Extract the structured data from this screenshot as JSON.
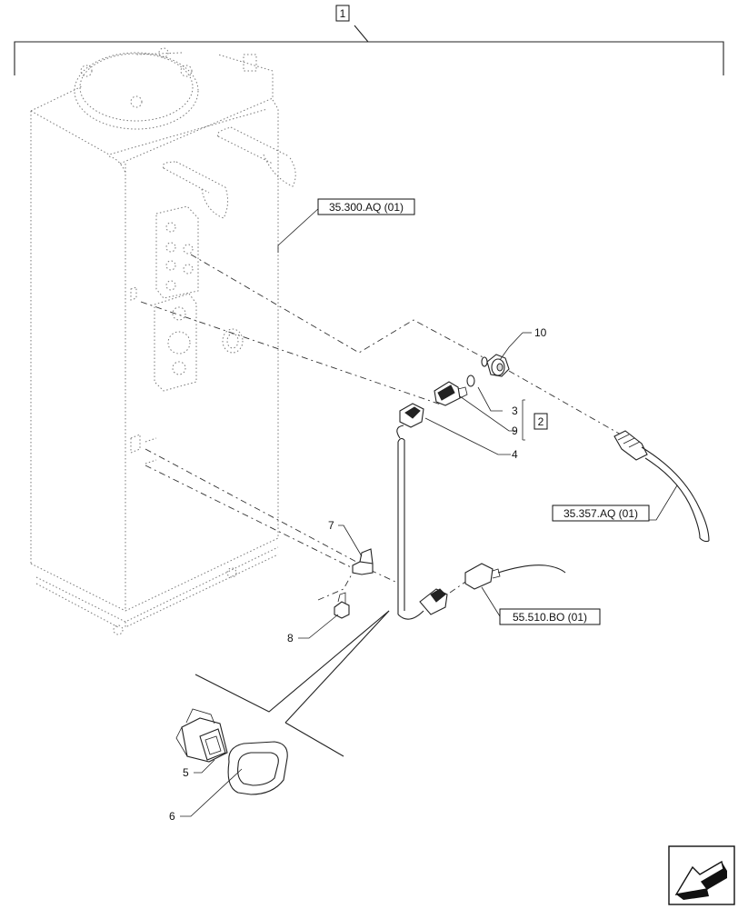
{
  "callouts": {
    "item_1": "1",
    "item_2": "2",
    "item_3": "3",
    "item_4": "4",
    "item_5": "5",
    "item_6": "6",
    "item_7": "7",
    "item_8": "8",
    "item_9": "9",
    "item_10": "10"
  },
  "references": {
    "tank": "35.300.AQ (01)",
    "hose": "35.357.AQ (01)",
    "harness": "55.510.BO (01)"
  },
  "navigation": {
    "icon": "next-page-arrow-icon"
  }
}
